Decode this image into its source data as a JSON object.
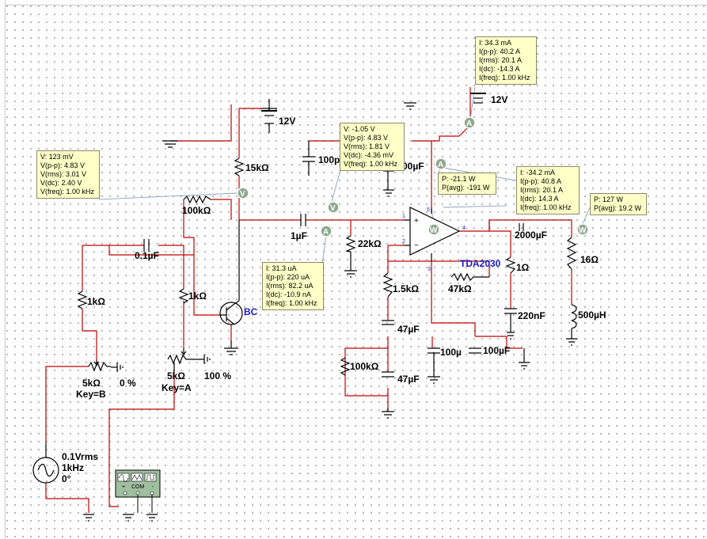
{
  "components": {
    "supply_left": "12V",
    "supply_right": "12V",
    "r_collector": "15kΩ",
    "r_feedback": "100kΩ",
    "cap_coupling": "1µF",
    "cap_input": "0.1µF",
    "r_left": "1kΩ",
    "r_base": "1kΩ",
    "pot_b_value": "5kΩ",
    "pot_b_key": "Key=B",
    "pot_b_pct": "0 %",
    "pot_a_value": "5kΩ",
    "pot_a_key": "Key=A",
    "pot_a_pct": "100 %",
    "transistor": "BC",
    "r_22k": "22kΩ",
    "r_1k5": "1.5kΩ",
    "r_47k": "47kΩ",
    "cap_47u_top": "47µF",
    "r_100k_bottom": "100kΩ",
    "cap_47u_bottom": "47µF",
    "cap_100u_a": "100µ",
    "cap_100u_b": "100µF",
    "cap_100p": "100p",
    "cap_100u_top": "00µF",
    "opamp": "TDA2030",
    "cap_2000u": "2000µF",
    "r_1ohm": "1Ω",
    "cap_220n": "220nF",
    "r_16ohm": "16Ω",
    "ind_500u": "500µH",
    "source_v": "0.1Vrms",
    "source_f": "1kHz",
    "source_p": "0°",
    "pin1": "1",
    "pin2": "2",
    "pin3": "3",
    "pin4": "4",
    "pin5": "5"
  },
  "probes": {
    "p1": [
      "V: 123 mV",
      "V(p-p): 4.83 V",
      "V(rms): 3.01 V",
      "V(dc): 2.40 V",
      "V(freq): 1.00 kHz"
    ],
    "p2": [
      "I: 34.3 mA",
      "I(p-p): 40.2 A",
      "I(rms): 20.1 A",
      "I(dc): -14.3 A",
      "I(freq): 1.00 kHz"
    ],
    "p3": [
      "V: -1.05 V",
      "V(p-p): 4.83 V",
      "V(rms): 1.81 V",
      "V(dc): -4.36 mV",
      "V(freq): 1.00 kHz"
    ],
    "p4": [
      "P: -21.1 W",
      "P(avg): -191 W"
    ],
    "p5": [
      "I: -34.2 mA",
      "I(p-p): 40.8 A",
      "I(rms): 20.1 A",
      "I(dc): 14.3 A",
      "I(freq): 1.00 kHz"
    ],
    "p6": [
      "P: 127 W",
      "P(avg): 19.2 W"
    ],
    "p7": [
      "I: 31.3 uA",
      "I(p-p): 220 uA",
      "I(rms): 82.2 uA",
      "I(dc): -10.9 nA",
      "I(freq): 1.00 kHz"
    ]
  },
  "meters": {
    "voltmeter": "V",
    "ammeter": "A",
    "wattmeter": "W"
  },
  "instrument": {
    "com": "COM",
    "plus": "+",
    "minus": "-"
  }
}
